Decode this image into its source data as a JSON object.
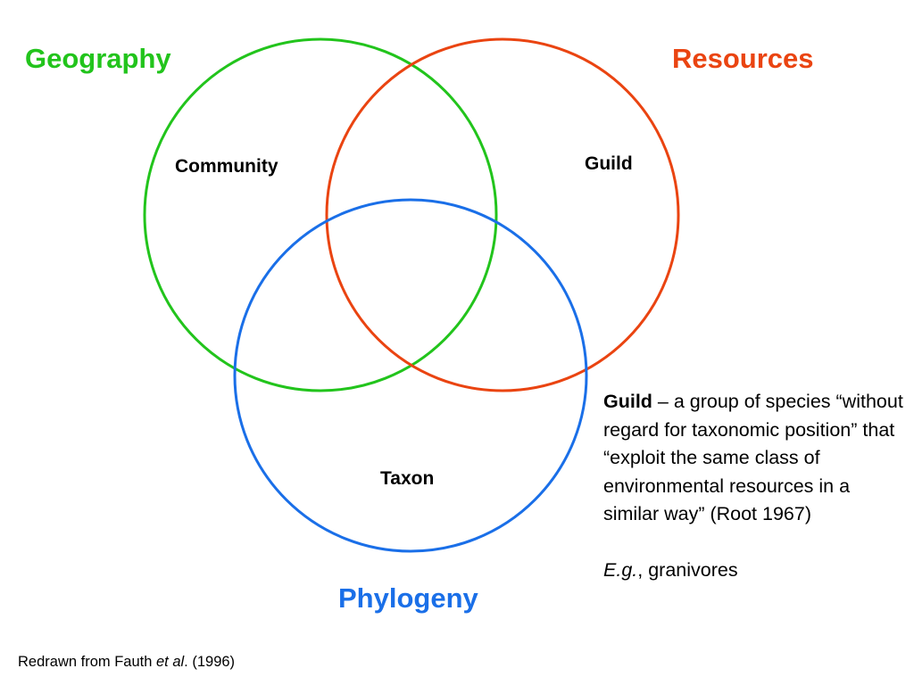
{
  "colors": {
    "geography": "#22c41c",
    "resources": "#ea4411",
    "phylogeny": "#1a6fe8"
  },
  "sets": {
    "geography": "Geography",
    "resources": "Resources",
    "phylogeny": "Phylogeny"
  },
  "regions": {
    "community": "Community",
    "guild": "Guild",
    "taxon": "Taxon"
  },
  "definition": {
    "term": "Guild",
    "text": " – a group of species “without regard for taxonomic position” that “exploit the same class of environmental resources in a similar way” (Root 1967)",
    "example_prefix": "E.g.",
    "example_text": ", granivores"
  },
  "citation": {
    "prefix": "Redrawn from Fauth ",
    "italic": "et al",
    "suffix": ". (1996)"
  }
}
